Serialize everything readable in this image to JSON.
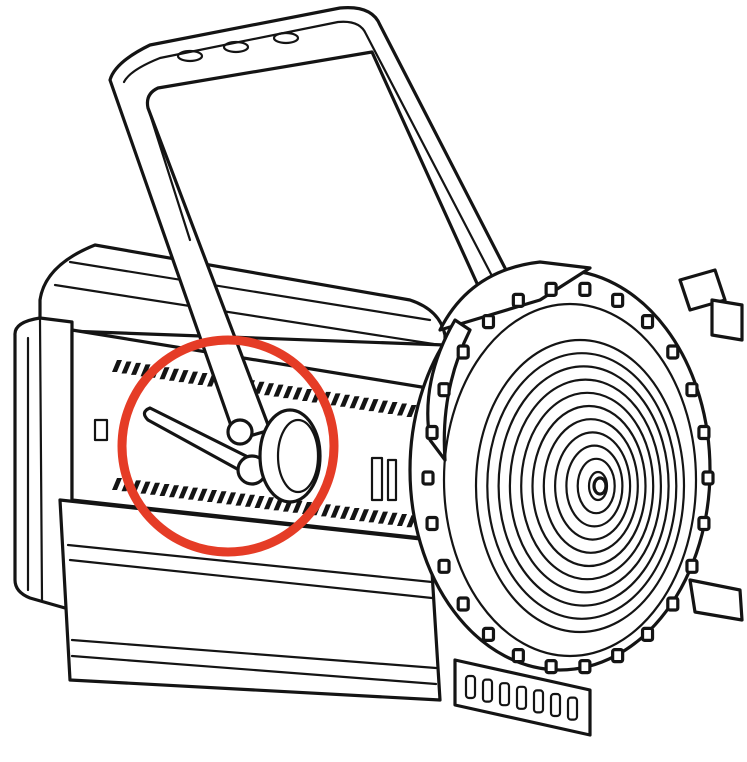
{
  "illustration": {
    "subject": "fresnel-spotlight",
    "line_color": "#141414",
    "background_color": "#ffffff"
  },
  "highlight": {
    "shape": "circle",
    "color": "#e53c26",
    "target": "focus-adjustment-lever"
  }
}
